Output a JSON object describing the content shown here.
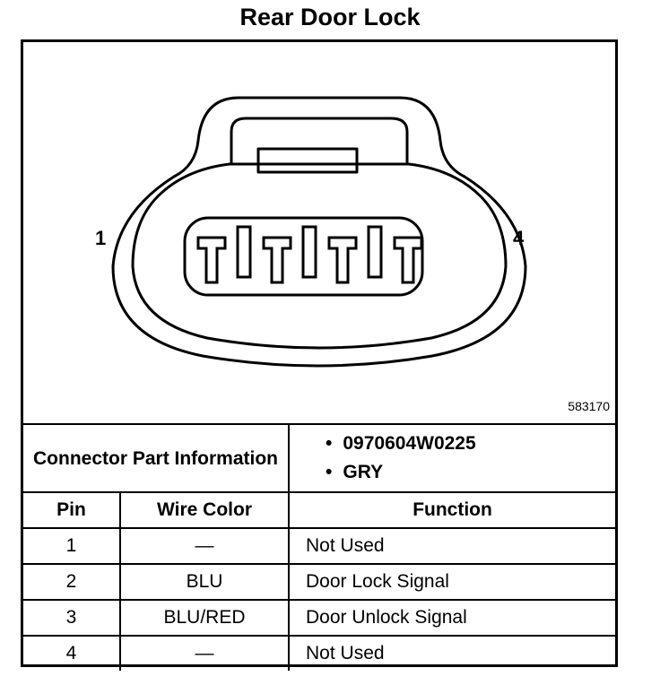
{
  "title": "Rear Door Lock",
  "diagram": {
    "pin_left": "1",
    "pin_right": "4",
    "part_code": "583170"
  },
  "connector_info": {
    "label": "Connector Part Information",
    "items": [
      "0970604W0225",
      "GRY"
    ]
  },
  "table": {
    "headers": [
      "Pin",
      "Wire Color",
      "Function"
    ],
    "rows": [
      {
        "pin": "1",
        "wire": "—",
        "function": "Not Used"
      },
      {
        "pin": "2",
        "wire": "BLU",
        "function": "Door Lock Signal"
      },
      {
        "pin": "3",
        "wire": "BLU/RED",
        "function": "Door Unlock Signal"
      },
      {
        "pin": "4",
        "wire": "—",
        "function": "Not Used"
      }
    ]
  }
}
